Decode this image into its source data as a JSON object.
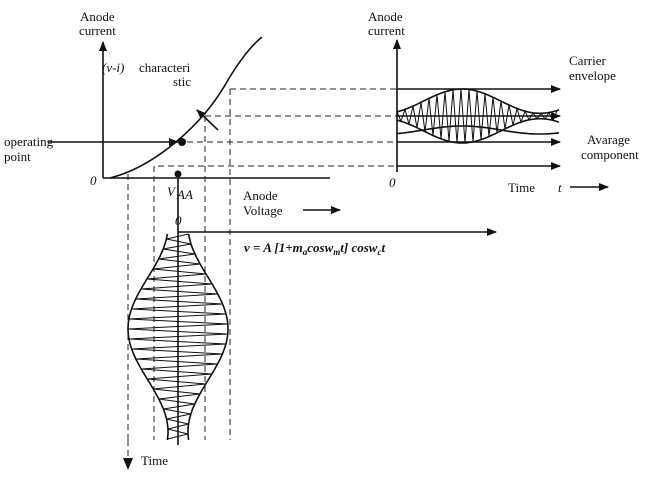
{
  "vi_graph": {
    "y_axis_label": [
      "Anode",
      "current"
    ],
    "curve_label_1": "(v-i)",
    "curve_label_2": "characteri",
    "curve_label_3": "stic",
    "operating_point_label": [
      "operating",
      "point"
    ],
    "origin": "0",
    "bias_label": "V",
    "bias_subscript": "AA",
    "x_axis_label": [
      "Anode",
      "Voltage"
    ]
  },
  "current_graph": {
    "y_axis_label": [
      "Anode",
      "current"
    ],
    "carrier_label": [
      "Carrier",
      "envelope"
    ],
    "average_label": [
      "Avarage",
      "component"
    ],
    "origin": "0",
    "time_label": "Time",
    "time_symbol": "t"
  },
  "input_graph": {
    "origin": "0",
    "equation_prefix": "v = A [1+m",
    "equation_sub_a": "a",
    "equation_mid": "cosw",
    "equation_sub_m": "m",
    "equation_mid2": "t] cosw",
    "equation_sub_c": "c",
    "equation_suffix": "t",
    "time_label": "Time"
  }
}
